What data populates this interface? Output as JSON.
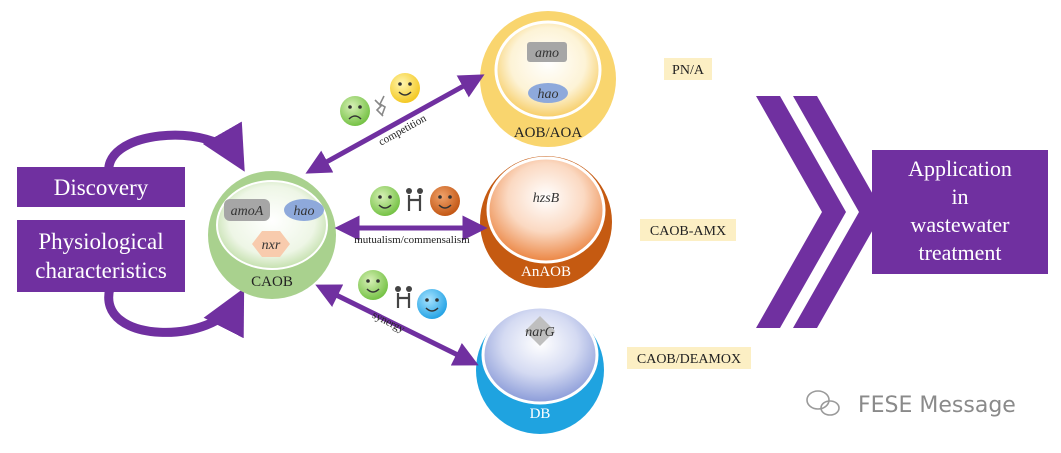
{
  "left_boxes": {
    "discovery": "Discovery",
    "physiological_line1": "Physiological",
    "physiological_line2": "characteristics"
  },
  "caob": {
    "name": "CAOB",
    "genes": [
      "amoA",
      "hao",
      "nxr"
    ]
  },
  "organisms": {
    "aob": {
      "name": "AOB/AOA",
      "genes": [
        "amo",
        "hao"
      ]
    },
    "anaob": {
      "name": "AnAOB",
      "genes": [
        "hzsB"
      ]
    },
    "db": {
      "name": "DB",
      "genes": [
        "narG"
      ]
    }
  },
  "relations": {
    "competition": "competition",
    "mutualism": "mutualism/commensalism",
    "synergy": "synergy"
  },
  "processes": {
    "pna": "PN/A",
    "caob_amx": "CAOB-AMX",
    "caob_deamox": "CAOB/DEAMOX"
  },
  "application": {
    "line1": "Application",
    "line2": "in",
    "line3": "wastewater",
    "line4": "treatment"
  },
  "watermark": "FESE Message",
  "colors": {
    "purple": "#7030a0",
    "caob_green": "#a9d18e",
    "aob_yellow": "#f9d56e",
    "anaob_orange": "#c55a11",
    "db_blue": "#1fa3e0",
    "label_bg": "#fcefc4"
  }
}
